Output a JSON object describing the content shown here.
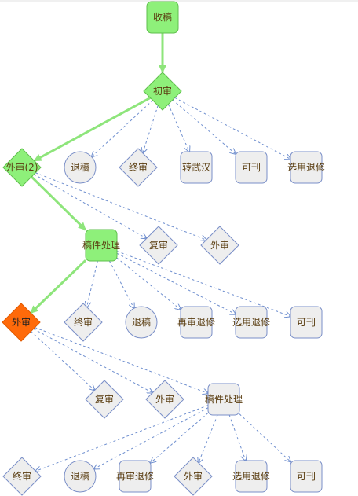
{
  "colors": {
    "node_fill": "#eeeeee",
    "node_stroke": "#7a8fc8",
    "active_fill": "#8ef07a",
    "active_stroke": "#5fbf4c",
    "current_fill": "#ff6a0a",
    "current_stroke": "#e25a00",
    "edge_active": "#8ee57b",
    "edge_dashed": "#6f8fcf",
    "label_text": "#5a3d10"
  },
  "nodes": {
    "n1": {
      "label": "收稿",
      "shape": "rect",
      "state": "active"
    },
    "n2": {
      "label": "初审",
      "shape": "diamond",
      "state": "active"
    },
    "n3": {
      "label": "外审(2)",
      "shape": "diamond",
      "state": "active"
    },
    "n4": {
      "label": "退稿",
      "shape": "circle",
      "state": "normal"
    },
    "n5": {
      "label": "终审",
      "shape": "diamond",
      "state": "normal"
    },
    "n6": {
      "label": "转武汉",
      "shape": "rect",
      "state": "normal"
    },
    "n7": {
      "label": "可刊",
      "shape": "rect",
      "state": "normal"
    },
    "n8": {
      "label": "选用退修",
      "shape": "rect",
      "state": "normal"
    },
    "n9": {
      "label": "稿件处理",
      "shape": "rect",
      "state": "active"
    },
    "n10": {
      "label": "复审",
      "shape": "diamond",
      "state": "normal"
    },
    "n11": {
      "label": "外审",
      "shape": "diamond",
      "state": "normal"
    },
    "n12": {
      "label": "外审",
      "shape": "diamond",
      "state": "current"
    },
    "n13": {
      "label": "终审",
      "shape": "diamond",
      "state": "normal"
    },
    "n14": {
      "label": "退稿",
      "shape": "circle",
      "state": "normal"
    },
    "n15": {
      "label": "再审退修",
      "shape": "rect",
      "state": "normal"
    },
    "n16": {
      "label": "选用退修",
      "shape": "rect",
      "state": "normal"
    },
    "n17": {
      "label": "可刊",
      "shape": "rect",
      "state": "normal"
    },
    "n18": {
      "label": "复审",
      "shape": "diamond",
      "state": "normal"
    },
    "n19": {
      "label": "外审",
      "shape": "diamond",
      "state": "normal"
    },
    "n20": {
      "label": "稿件处理",
      "shape": "rect",
      "state": "normal"
    },
    "n21": {
      "label": "终审",
      "shape": "diamond",
      "state": "normal"
    },
    "n22": {
      "label": "退稿",
      "shape": "circle",
      "state": "normal"
    },
    "n23": {
      "label": "再审退修",
      "shape": "rect",
      "state": "normal"
    },
    "n24": {
      "label": "外审",
      "shape": "diamond",
      "state": "normal"
    },
    "n25": {
      "label": "选用退修",
      "shape": "rect",
      "state": "normal"
    },
    "n26": {
      "label": "可刊",
      "shape": "rect",
      "state": "normal"
    }
  },
  "edges": [
    {
      "from": "n1",
      "to": "n2",
      "style": "active"
    },
    {
      "from": "n2",
      "to": "n3",
      "style": "active"
    },
    {
      "from": "n2",
      "to": "n4",
      "style": "dashed"
    },
    {
      "from": "n2",
      "to": "n5",
      "style": "dashed"
    },
    {
      "from": "n2",
      "to": "n6",
      "style": "dashed"
    },
    {
      "from": "n2",
      "to": "n7",
      "style": "dashed"
    },
    {
      "from": "n2",
      "to": "n8",
      "style": "dashed"
    },
    {
      "from": "n3",
      "to": "n9",
      "style": "active"
    },
    {
      "from": "n3",
      "to": "n10",
      "style": "dashed"
    },
    {
      "from": "n3",
      "to": "n11",
      "style": "dashed"
    },
    {
      "from": "n9",
      "to": "n12",
      "style": "active"
    },
    {
      "from": "n9",
      "to": "n13",
      "style": "dashed"
    },
    {
      "from": "n9",
      "to": "n14",
      "style": "dashed"
    },
    {
      "from": "n9",
      "to": "n15",
      "style": "dashed"
    },
    {
      "from": "n9",
      "to": "n16",
      "style": "dashed"
    },
    {
      "from": "n9",
      "to": "n17",
      "style": "dashed"
    },
    {
      "from": "n12",
      "to": "n18",
      "style": "dashed"
    },
    {
      "from": "n12",
      "to": "n19",
      "style": "dashed"
    },
    {
      "from": "n12",
      "to": "n20",
      "style": "dashed"
    },
    {
      "from": "n20",
      "to": "n21",
      "style": "dashed"
    },
    {
      "from": "n20",
      "to": "n22",
      "style": "dashed"
    },
    {
      "from": "n20",
      "to": "n23",
      "style": "dashed"
    },
    {
      "from": "n20",
      "to": "n24",
      "style": "dashed"
    },
    {
      "from": "n20",
      "to": "n25",
      "style": "dashed"
    },
    {
      "from": "n20",
      "to": "n26",
      "style": "dashed"
    }
  ]
}
